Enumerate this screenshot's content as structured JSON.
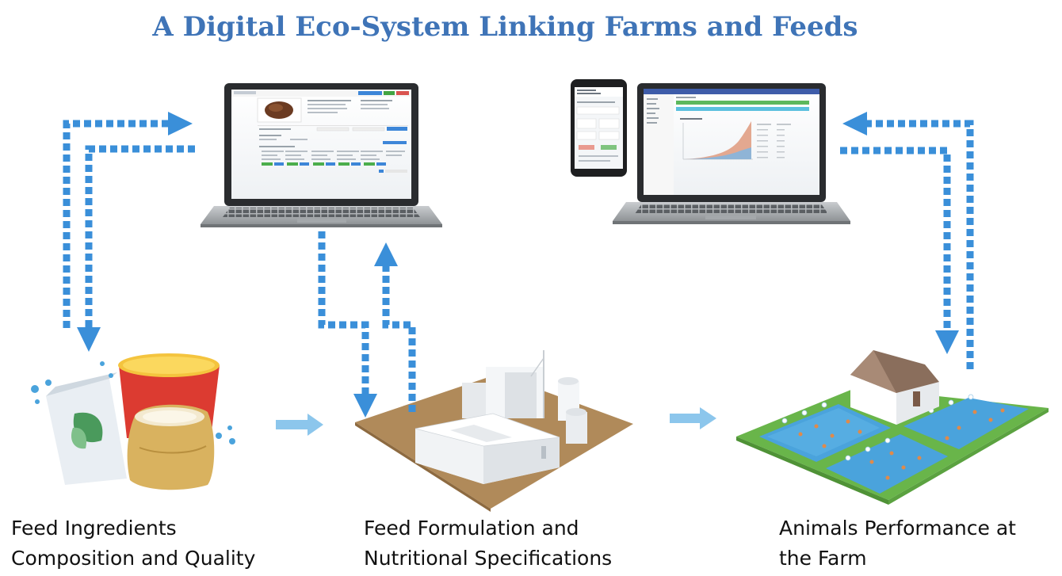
{
  "title": "A Digital Eco-System Linking Farms and Feeds",
  "captions": [
    {
      "id": "ingredients",
      "lines": [
        "Feed Ingredients",
        "Composition and Quality"
      ]
    },
    {
      "id": "formulation",
      "lines": [
        "Feed Formulation and",
        "Nutritional Specifications"
      ]
    },
    {
      "id": "farm",
      "lines": [
        "Animals Performance at",
        "the Farm"
      ]
    }
  ],
  "colors": {
    "title": "#3f74b7",
    "dotted_arrow": "#3a8fd9",
    "flow_arrow": "#8cc6ec",
    "laptop_body": "#b9bcbf",
    "pond_water": "#4aa3dc",
    "pond_grass": "#69b54a",
    "ground": "#b08a5a"
  },
  "icons": [
    "laptop-ingredients",
    "laptop-farm",
    "smartphone",
    "feed-bags",
    "feed-mill",
    "shrimp-farm"
  ]
}
